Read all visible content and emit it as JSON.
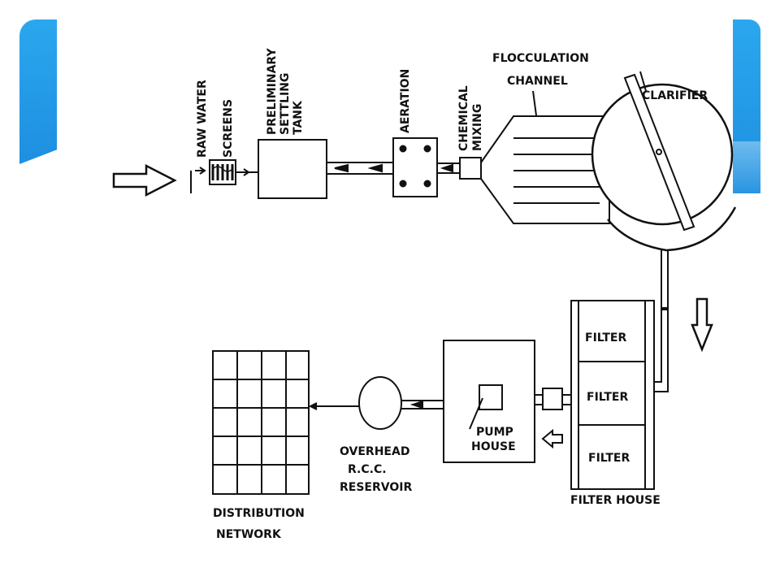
{
  "slide": {
    "accent_color": "#1e8fe0",
    "background": "#ffffff"
  },
  "diagram": {
    "stages_top": {
      "raw_water": "RAW WATER",
      "screens": "SCREENS",
      "settling": [
        "PRELIMINARY",
        "SETTLING",
        "TANK"
      ],
      "aeration": "AERATION",
      "chemical": [
        "CHEMICAL",
        "MIXING"
      ],
      "flocculation": [
        "FLOCCULATION",
        "CHANNEL"
      ],
      "clarifier": "CLARIFIER"
    },
    "stages_bottom": {
      "filter_1": "FILTER",
      "filter_2": "FILTER",
      "filter_3": "FILTER",
      "filter_house": "FILTER HOUSE",
      "pump_house": [
        "PUMP",
        "HOUSE"
      ],
      "reservoir": [
        "OVERHEAD",
        "R.C.C.",
        "RESERVOIR"
      ],
      "distribution": [
        "DISTRIBUTION",
        "NETWORK"
      ]
    },
    "arrows": [
      "inlet-arrow",
      "down-flow-arrow",
      "left-flow-arrow"
    ]
  }
}
